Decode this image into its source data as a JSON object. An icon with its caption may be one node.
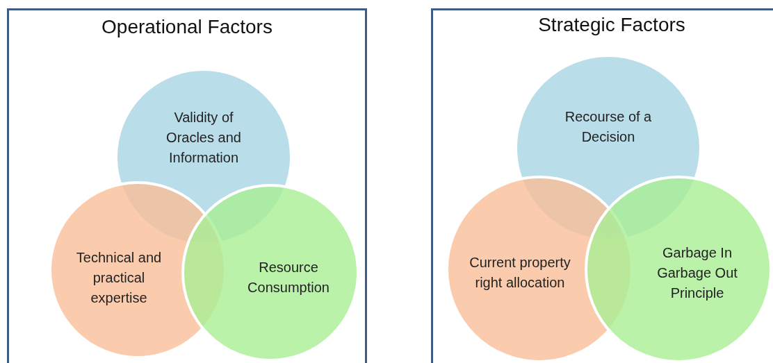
{
  "diagram": {
    "nodes": [
      {
        "text": [
          "Operational Factors"
        ]
      },
      {
        "text": [
          "Validity of Oracles and Information"
        ],
        "in": 0
      },
      {
        "text": [
          "Technical and practical expertise"
        ],
        "in": 0
      },
      {
        "text": [
          "Resource Consumption"
        ],
        "in": 0
      },
      {
        "text": [
          "Strategic Factors"
        ]
      },
      {
        "text": [
          "Recourse of a Decision"
        ],
        "in": 4
      },
      {
        "text": [
          "Current property right allocation"
        ],
        "in": 4
      },
      {
        "text": [
          "Garbage In Garbage Out Principle"
        ],
        "in": 4
      }
    ],
    "edges": []
  }
}
